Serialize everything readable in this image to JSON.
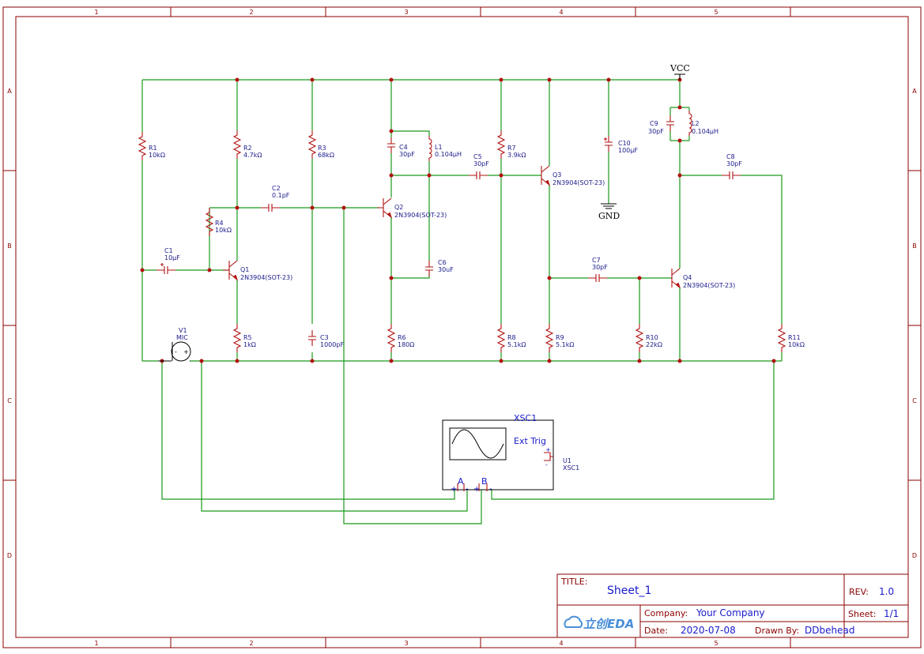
{
  "frame": {
    "columns": [
      "1",
      "2",
      "3",
      "4",
      "5"
    ],
    "rows": [
      "A",
      "B",
      "C",
      "D"
    ]
  },
  "power": {
    "vcc": "VCC",
    "gnd": "GND"
  },
  "components": {
    "R1": {
      "ref": "R1",
      "value": "10kΩ"
    },
    "R2": {
      "ref": "R2",
      "value": "4.7kΩ"
    },
    "R3": {
      "ref": "R3",
      "value": "68kΩ"
    },
    "R4": {
      "ref": "R4",
      "value": "10kΩ"
    },
    "R5": {
      "ref": "R5",
      "value": "1kΩ"
    },
    "R6": {
      "ref": "R6",
      "value": "180Ω"
    },
    "R7": {
      "ref": "R7",
      "value": "3.9kΩ"
    },
    "R8": {
      "ref": "R8",
      "value": "5.1kΩ"
    },
    "R9": {
      "ref": "R9",
      "value": "5.1kΩ"
    },
    "R10": {
      "ref": "R10",
      "value": "22kΩ"
    },
    "R11": {
      "ref": "R11",
      "value": "10kΩ"
    },
    "C1": {
      "ref": "C1",
      "value": "10μF"
    },
    "C2": {
      "ref": "C2",
      "value": "0.1pF"
    },
    "C3": {
      "ref": "C3",
      "value": "1000pF"
    },
    "C4": {
      "ref": "C4",
      "value": "30pF"
    },
    "C5": {
      "ref": "C5",
      "value": "30pF"
    },
    "C6": {
      "ref": "C6",
      "value": "30uF"
    },
    "C7": {
      "ref": "C7",
      "value": "30pF"
    },
    "C8": {
      "ref": "C8",
      "value": "30pF"
    },
    "C9": {
      "ref": "C9",
      "value": "30pF"
    },
    "C10": {
      "ref": "C10",
      "value": "100μF"
    },
    "L1": {
      "ref": "L1",
      "value": "0.104μH"
    },
    "L2": {
      "ref": "L2",
      "value": "0.104μH"
    },
    "Q1": {
      "ref": "Q1",
      "value": "2N3904(SOT-23)"
    },
    "Q2": {
      "ref": "Q2",
      "value": "2N3904(SOT-23)"
    },
    "Q3": {
      "ref": "Q3",
      "value": "2N3904(SOT-23)"
    },
    "Q4": {
      "ref": "Q4",
      "value": "2N3904(SOT-23)"
    },
    "V1": {
      "ref": "V1",
      "value": "MIC"
    }
  },
  "scope": {
    "name": "XSC1",
    "ext_trig": "Ext Trig",
    "ref": "U1",
    "value": "XSC1",
    "channel_a": "A",
    "channel_b": "B",
    "plus": "+",
    "minus": "-"
  },
  "title_block": {
    "title_label": "TITLE:",
    "title": "Sheet_1",
    "rev_label": "REV:",
    "rev": "1.0",
    "company_label": "Company:",
    "company": "Your Company",
    "sheet_label": "Sheet:",
    "sheet": "1/1",
    "date_label": "Date:",
    "date": "2020-07-08",
    "drawn_label": "Drawn By:",
    "drawn_by": "DDbehead",
    "logo": "立创EDA"
  },
  "colors": {
    "wire": "#1a9a1a",
    "part": "#b21212",
    "frame": "#8b0000",
    "text": "#1a1acc"
  }
}
